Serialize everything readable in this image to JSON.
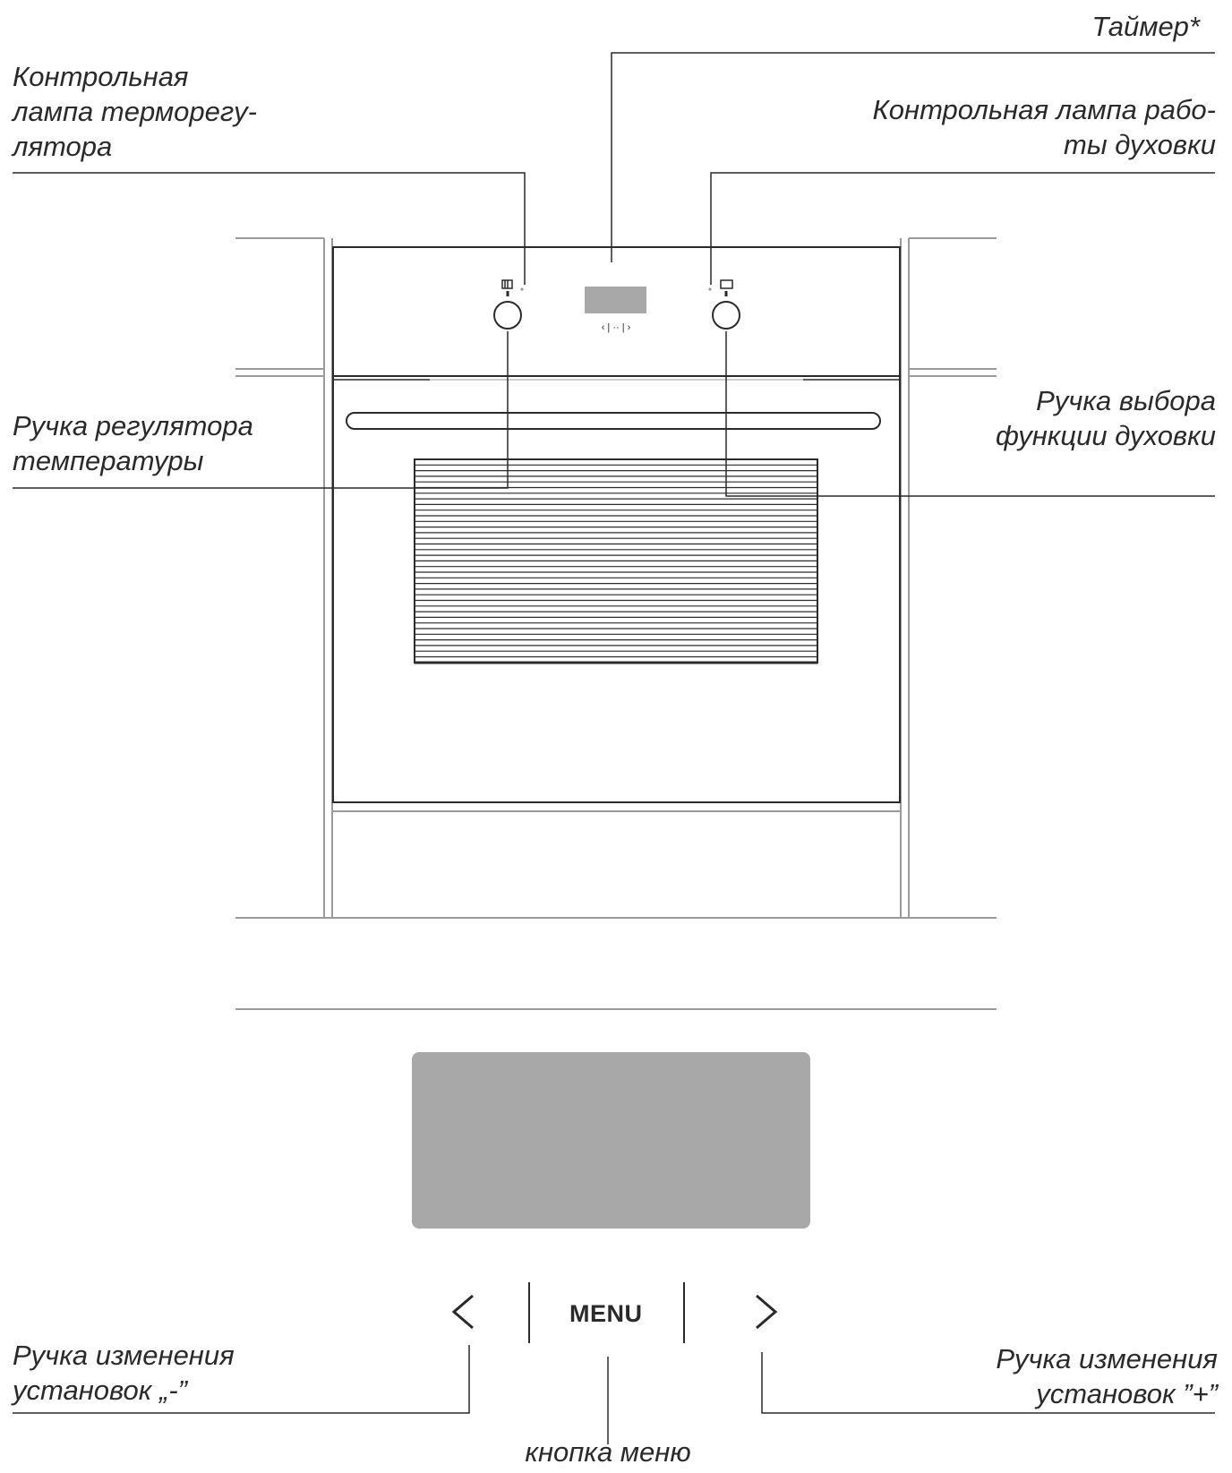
{
  "labels": {
    "timer": "Таймер*",
    "thermostat_lamp": [
      "Контрольная",
      "лампа терморегу-",
      "лятора"
    ],
    "oven_lamp": [
      "Контрольная лампа рабо-",
      "ты духовки"
    ],
    "temp_knob": [
      "Ручка регулятора",
      "температуры"
    ],
    "function_knob": [
      "Ручка выбора",
      "функции духовки"
    ],
    "minus_knob": [
      "Ручка изменения",
      "установок „-”"
    ],
    "plus_knob": [
      "Ручка изменения",
      "установок ”+”"
    ],
    "menu_button": "кнопка меню"
  },
  "panel": {
    "menu_label": "MENU"
  },
  "colors": {
    "line": "#2a2a2a",
    "light_line": "#9a9a9a",
    "display": "#a9a8a8",
    "small_display": "#a9a8a8"
  }
}
